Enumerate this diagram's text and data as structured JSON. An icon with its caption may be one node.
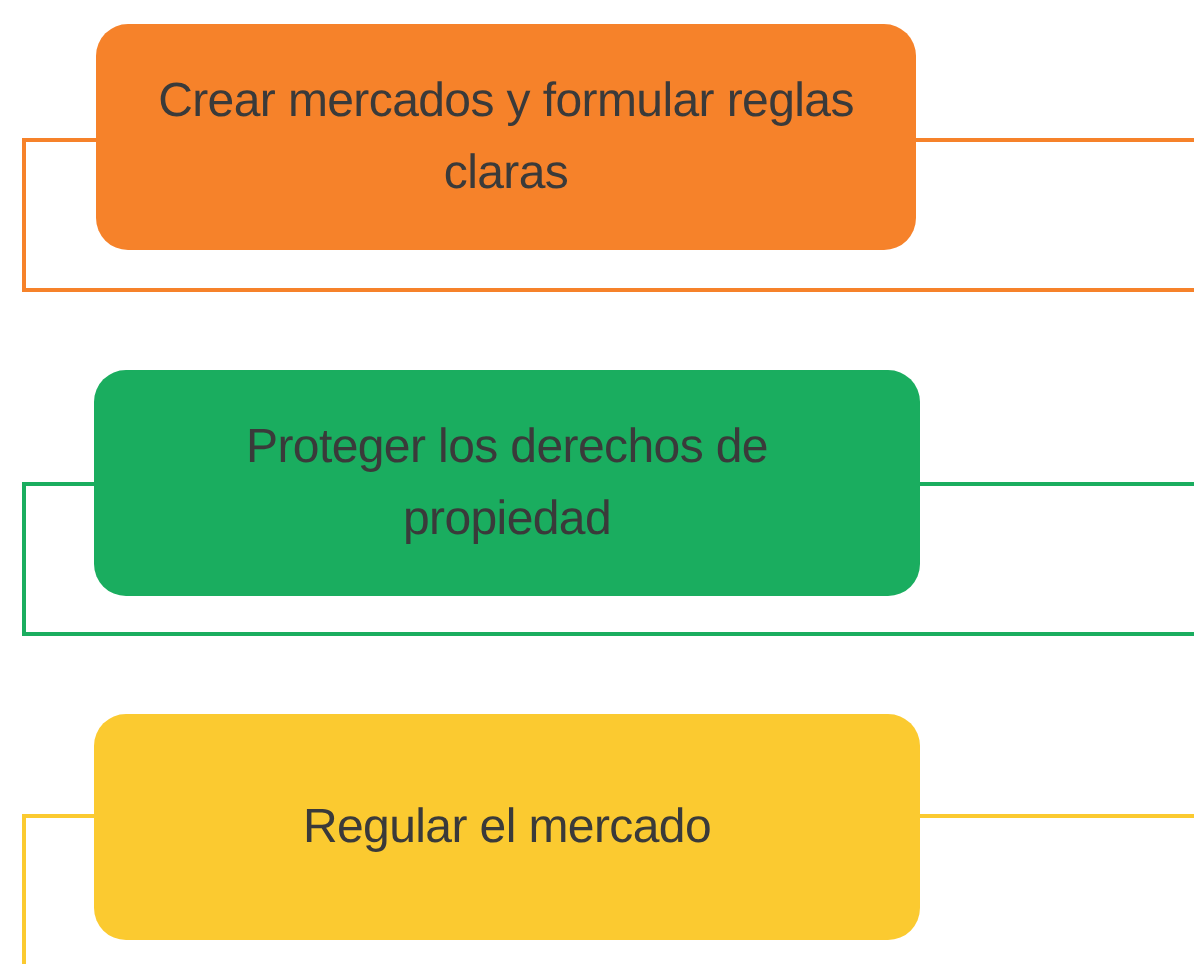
{
  "diagram": {
    "nodes": [
      {
        "text": [
          "Crear mercados y formular reglas claras"
        ]
      },
      {
        "text": [
          "Proteger los derechos de propiedad"
        ]
      },
      {
        "text": [
          "Regular el mercado"
        ]
      }
    ]
  }
}
